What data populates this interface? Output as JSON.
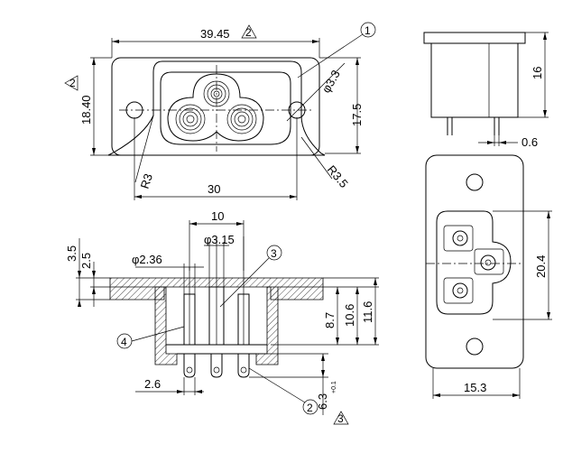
{
  "dimensions": {
    "width_39_45": "39.45",
    "height_18_40": "18.40",
    "hole_dia_3_3": "φ3.3",
    "height_17_5": "17.5",
    "radius_r3": "R3",
    "radius_r3_5": "R3.5",
    "width_30": "30",
    "height_16": "16",
    "offset_0_6": "0.6",
    "pitch_20_4": "20.4",
    "width_15_3": "15.3",
    "spacing_10": "10",
    "dia_3_15": "φ3.15",
    "dia_2_36": "φ2.36",
    "height_3_5": "3.5",
    "height_2_5": "2.5",
    "height_8_7": "8.7",
    "height_10_6": "10.6",
    "height_11_6": "11.6",
    "width_2_6": "2.6",
    "height_6_3": "6.3"
  },
  "callouts": {
    "balloon_1": "1",
    "balloon_2": "2",
    "balloon_3": "3",
    "balloon_4": "4",
    "triangle_2a": "2",
    "triangle_2b": "2",
    "triangle_3": "3",
    "tolerance_mark": "+0.1"
  }
}
